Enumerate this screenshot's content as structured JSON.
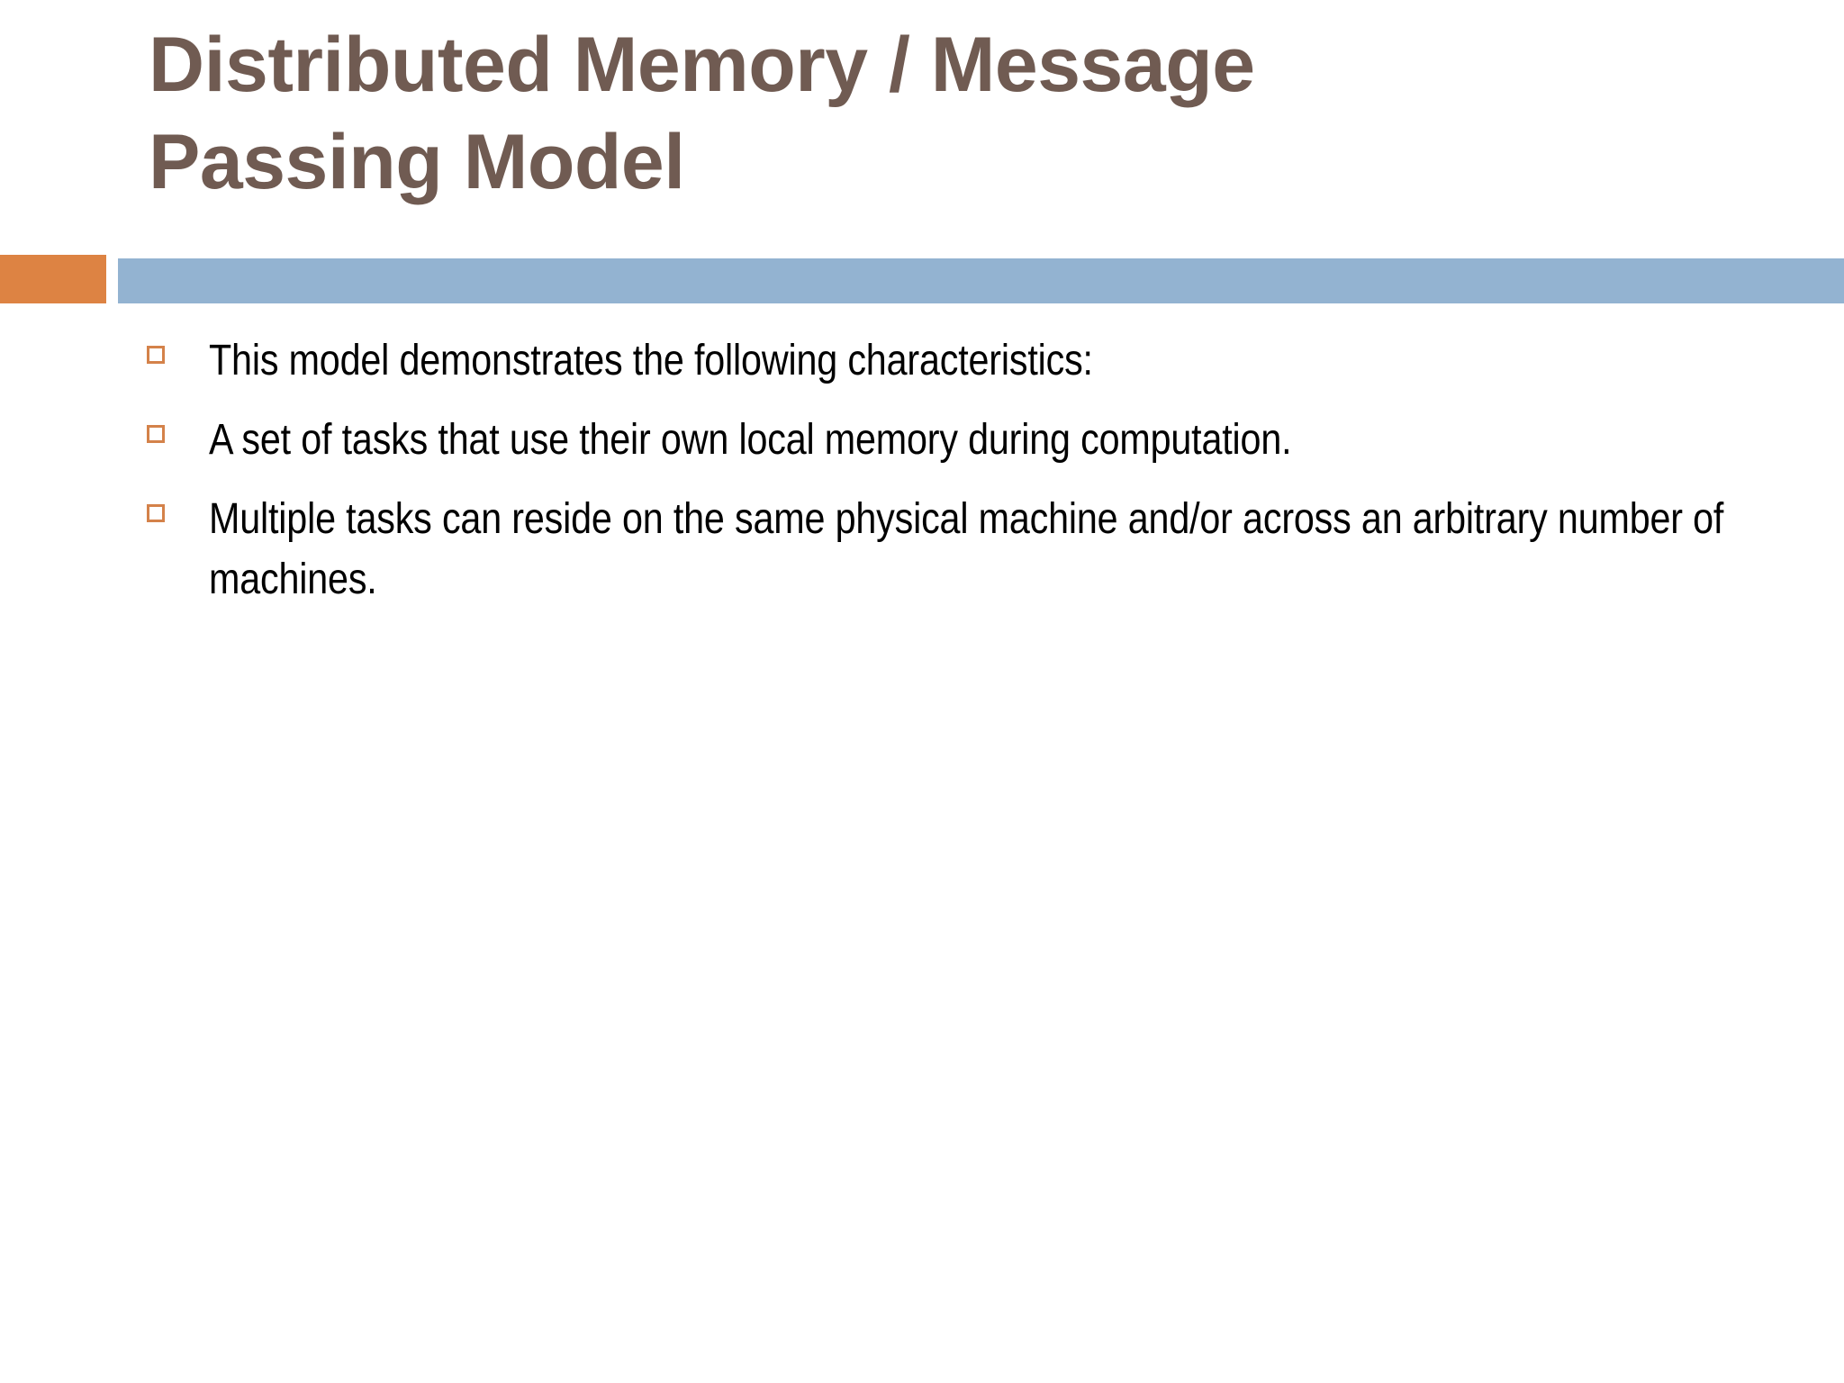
{
  "slide": {
    "title_lines": [
      "Distributed Memory / Message",
      "Passing Model"
    ],
    "title_text": "Distributed Memory / Message Passing Model",
    "bullets": [
      {
        "text": "This model demonstrates the following characteristics:"
      },
      {
        "text": "A set of tasks that use their own local memory during computation."
      },
      {
        "text": "Multiple tasks can reside on the same physical machine and/or across an arbitrary number of machines."
      }
    ],
    "colors": {
      "title": "#705b52",
      "accent_orange": "#dd8343",
      "accent_blue": "#93b3d1",
      "bullet_marker": "#d4824a",
      "body_text": "#000000",
      "background": "#ffffff"
    }
  }
}
